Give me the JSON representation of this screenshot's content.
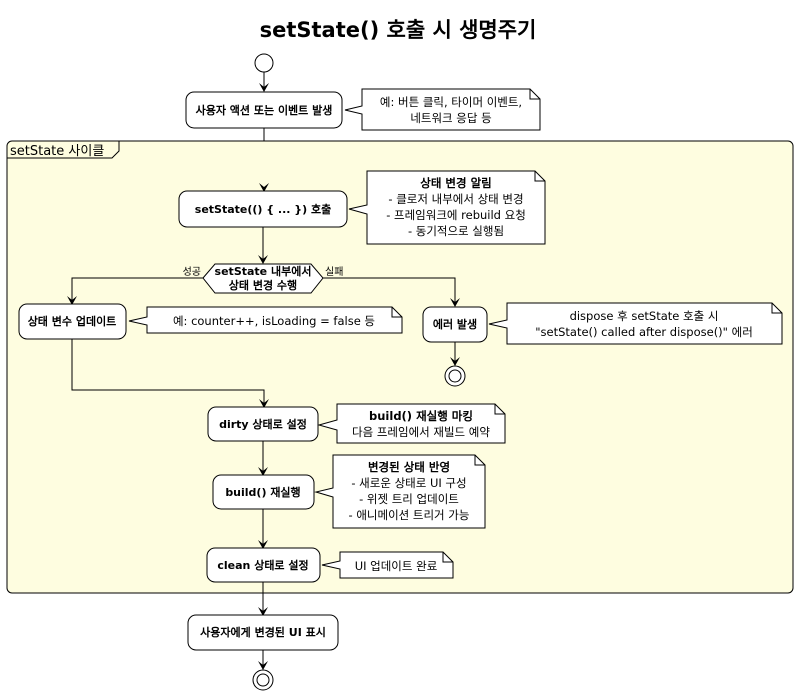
{
  "title": "setState() 호출 시 생명주기",
  "colors": {
    "frame_fill": "#FEFDE0",
    "box_fill": "#FFFFFF",
    "stroke": "#000000"
  },
  "frame": {
    "label": "setState 사이클"
  },
  "activities": {
    "user_action": "사용자 액션 또는 이벤트 발생",
    "set_state_call": "setState(() { ... }) 호출",
    "update_vars": "상태 변수 업데이트",
    "error": "에러 발생",
    "dirty": "dirty 상태로 설정",
    "build": "build() 재실행",
    "clean": "clean 상태로 설정",
    "show_ui": "사용자에게 변경된 UI 표시"
  },
  "decision": {
    "line1": "setState 내부에서",
    "line2": "상태 변경 수행",
    "yes_label": "성공",
    "no_label": "실패"
  },
  "notes": {
    "user_action": [
      "예: 버튼 클릭, 타이머 이벤트,",
      "네트워크 응답 등"
    ],
    "set_state_call": {
      "heading": "상태 변경 알림",
      "lines": [
        "- 클로저 내부에서 상태 변경",
        "- 프레임워크에 rebuild 요청",
        "- 동기적으로 실행됨"
      ]
    },
    "update_vars": "예: counter++, isLoading = false 등",
    "error": [
      "dispose 후 setState 호출 시",
      "\"setState() called after dispose()\" 에러"
    ],
    "dirty": {
      "heading": "build() 재실행 마킹",
      "lines": [
        "다음 프레임에서 재빌드 예약"
      ]
    },
    "build": {
      "heading": "변경된 상태 반영",
      "lines": [
        "- 새로운 상태로 UI 구성",
        "- 위젯 트리 업데이트",
        "- 애니메이션 트리거 가능"
      ]
    },
    "clean": "UI 업데이트 완료"
  }
}
